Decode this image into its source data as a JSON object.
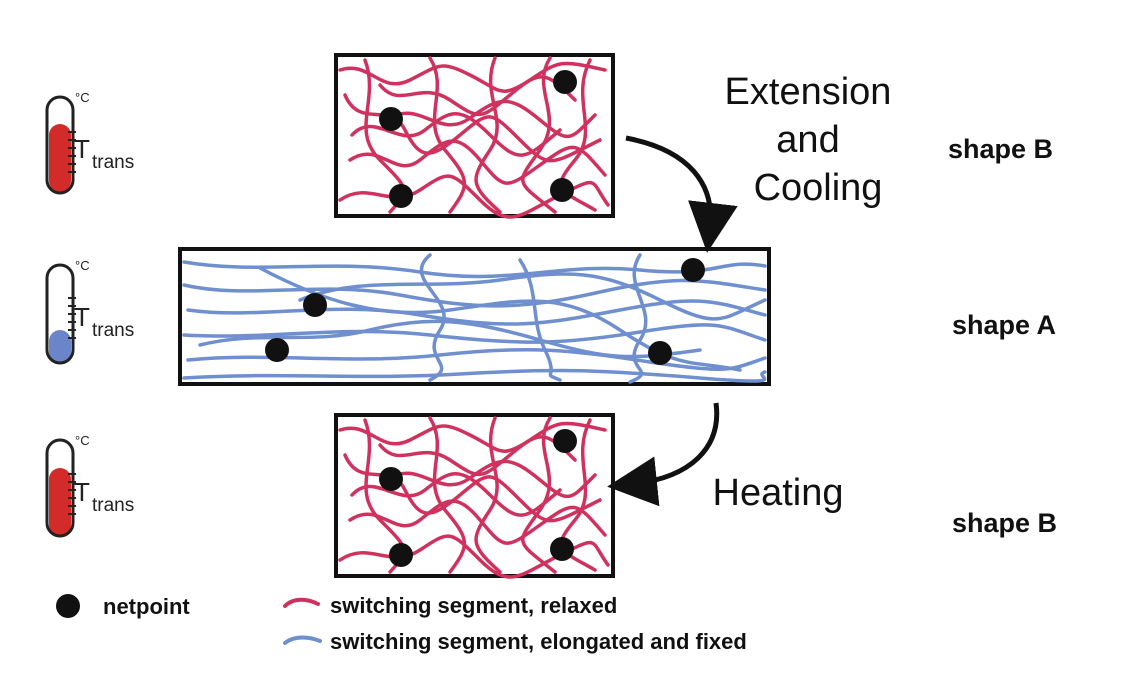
{
  "colors": {
    "relaxed": "#d0325f",
    "elongated": "#6f8fcf",
    "thermo_hot": "#d32a2a",
    "thermo_cold": "#6a86c8",
    "netpoint": "#111111"
  },
  "thermometers": [
    {
      "unit": "°C",
      "t": "T",
      "sub": "trans",
      "state": "hot"
    },
    {
      "unit": "°C",
      "t": "T",
      "sub": "trans",
      "state": "cold"
    },
    {
      "unit": "°C",
      "t": "T",
      "sub": "trans",
      "state": "hot"
    }
  ],
  "steps": {
    "extension": [
      "Extension",
      "and",
      "Cooling"
    ],
    "heating": "Heating"
  },
  "shapes": {
    "top": "shape B",
    "middle": "shape A",
    "bottom": "shape B"
  },
  "legend": {
    "netpoint": "netpoint",
    "relaxed": "switching segment, relaxed",
    "elongated": "switching segment, elongated and fixed"
  }
}
